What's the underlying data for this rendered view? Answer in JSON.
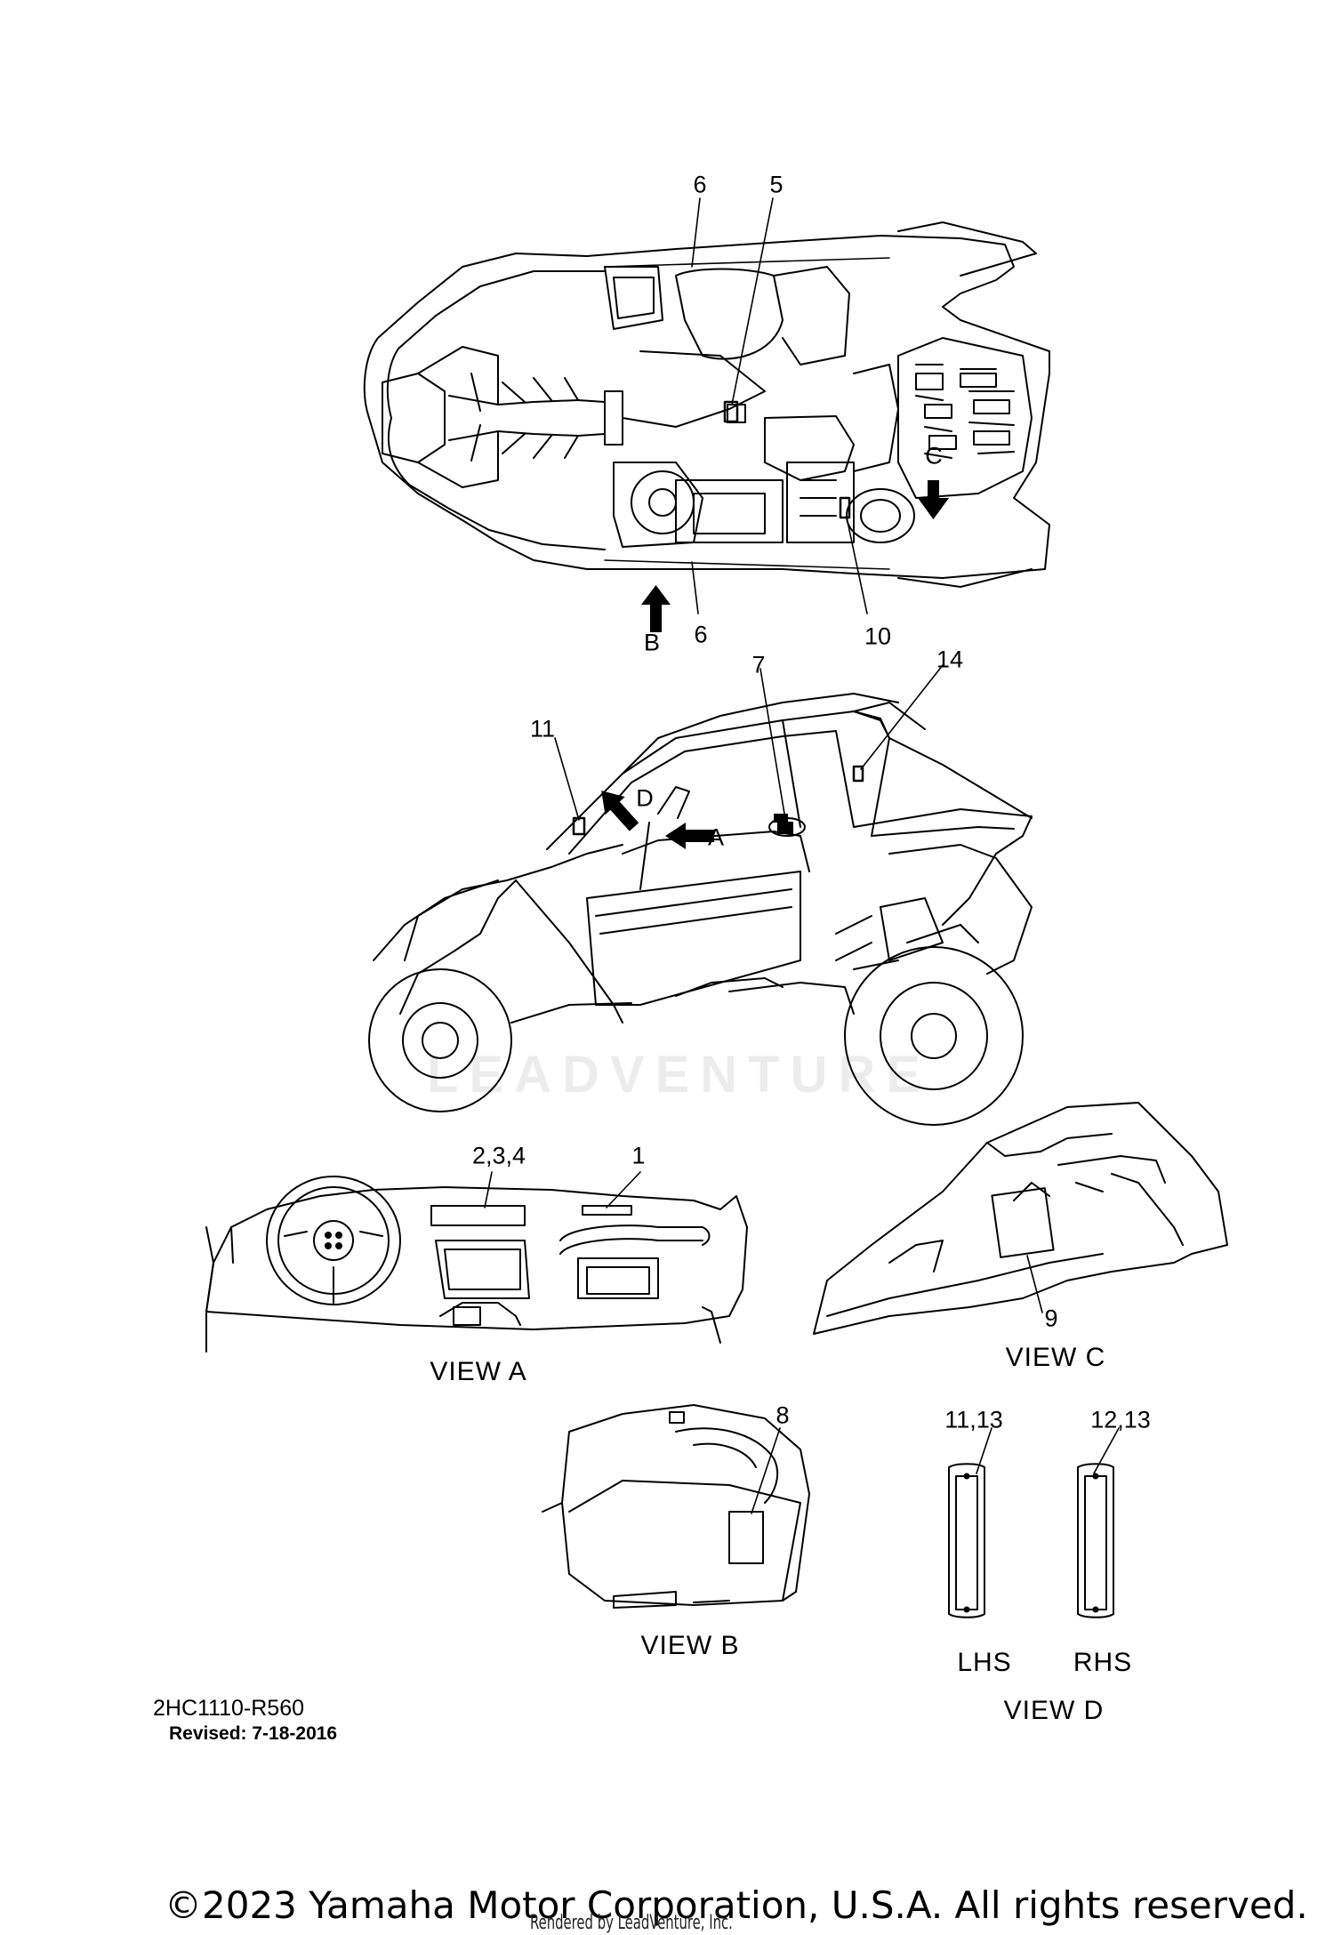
{
  "callouts": {
    "c6_top": "6",
    "c5": "5",
    "cC_arrow": "C",
    "cB_arrow": "B",
    "c6_bottom": "6",
    "c10": "10",
    "c7": "7",
    "c14": "14",
    "c11": "11",
    "cD_arrow": "D",
    "cA_arrow": "A",
    "c234": "2,3,4",
    "c1": "1",
    "c9": "9",
    "c8": "8",
    "c1113": "11,13",
    "c1213": "12,13"
  },
  "views": {
    "view_a": "VIEW A",
    "view_c": "VIEW C",
    "view_b": "VIEW B",
    "view_d": "VIEW D",
    "lhs": "LHS",
    "rhs": "RHS"
  },
  "footer": {
    "diagram_code": "2HC1110-R560",
    "revised": "Revised: 7-18-2016",
    "copyright": "©2023 Yamaha Motor Corporation, U.S.A. All rights reserved.",
    "rendered_by": "Rendered by LeadVenture, Inc."
  },
  "watermark": "LEADVENTURE"
}
